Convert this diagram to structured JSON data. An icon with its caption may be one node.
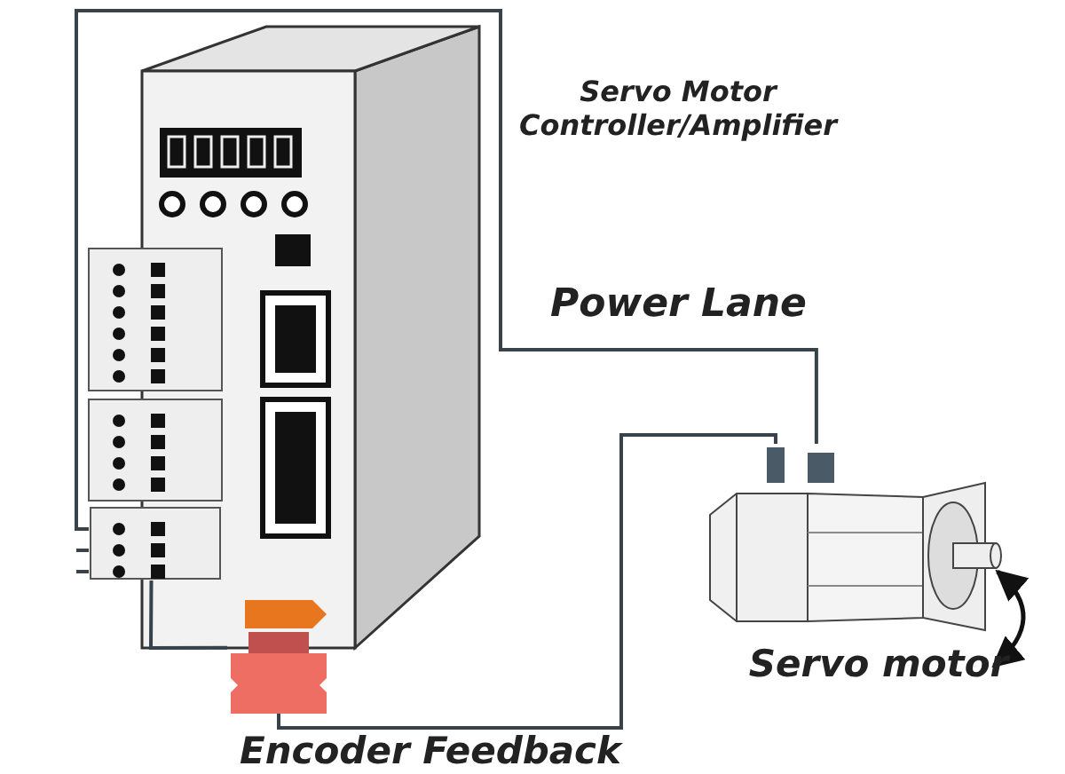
{
  "diagram": {
    "nodes": [
      {
        "text": [
          "Servo Motor Controller/Amplifier"
        ]
      },
      {
        "text": [
          "Servo motor"
        ]
      },
      {
        "text": [],
        "shape": "box"
      },
      {
        "text": [],
        "shape": "box"
      }
    ],
    "edges": [
      {
        "from": 2,
        "to": 1,
        "arrow": "none",
        "label": "Power Lane"
      },
      {
        "from": 3,
        "to": 1,
        "arrow": "none",
        "label": "Encoder Feedback"
      },
      {
        "from": 2,
        "to": 3,
        "arrow": "none"
      }
    ]
  }
}
